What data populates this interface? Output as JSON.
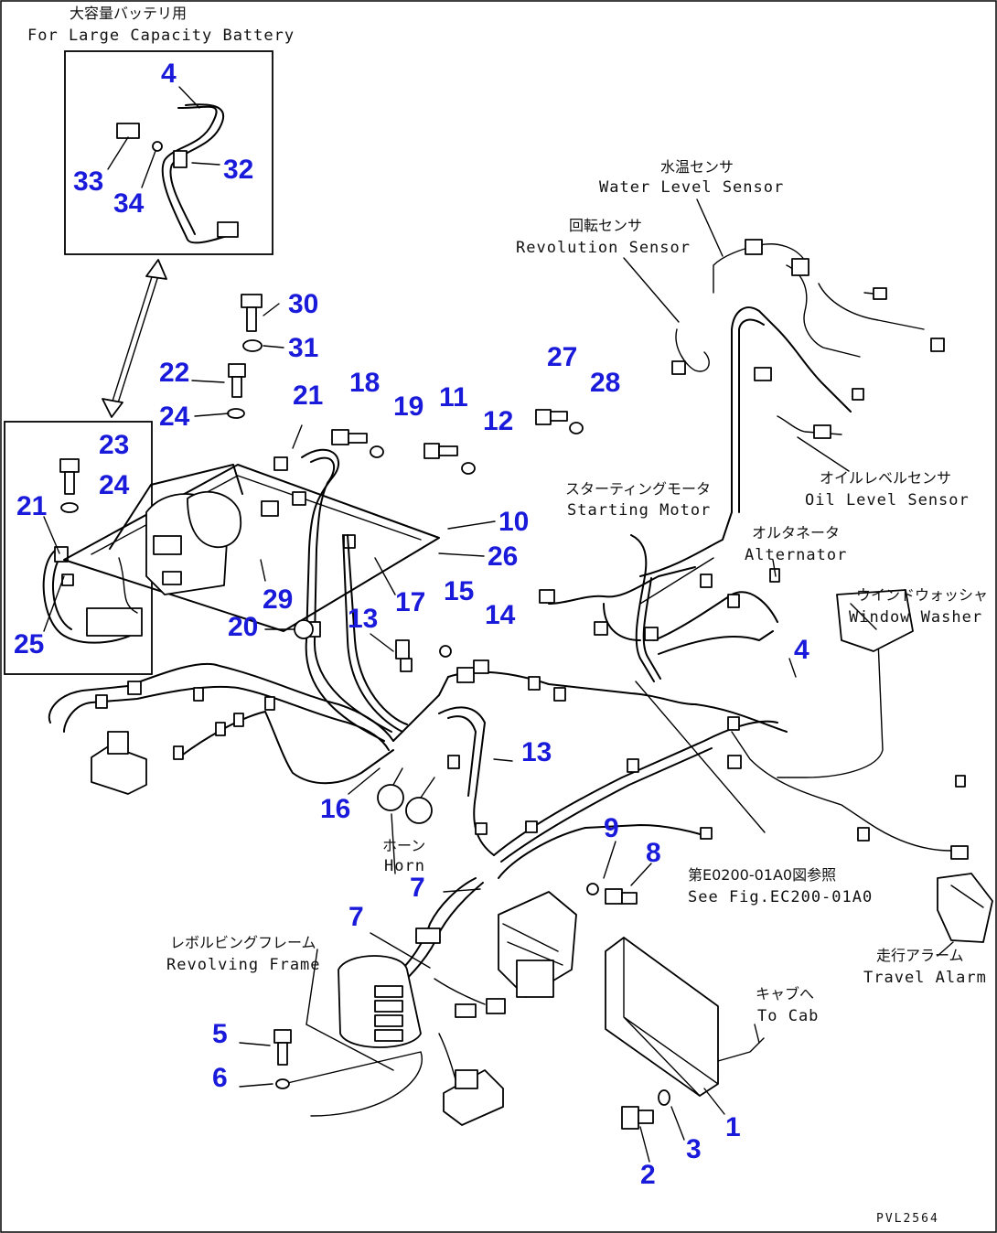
{
  "parts": [
    {
      "num": "1"
    },
    {
      "num": "2"
    },
    {
      "num": "3"
    },
    {
      "num": "4"
    },
    {
      "num": "4"
    },
    {
      "num": "5"
    },
    {
      "num": "6"
    },
    {
      "num": "7"
    },
    {
      "num": "7"
    },
    {
      "num": "8"
    },
    {
      "num": "9"
    },
    {
      "num": "10"
    },
    {
      "num": "11"
    },
    {
      "num": "12"
    },
    {
      "num": "13"
    },
    {
      "num": "13"
    },
    {
      "num": "14"
    },
    {
      "num": "15"
    },
    {
      "num": "16"
    },
    {
      "num": "17"
    },
    {
      "num": "18"
    },
    {
      "num": "19"
    },
    {
      "num": "20"
    },
    {
      "num": "21"
    },
    {
      "num": "21"
    },
    {
      "num": "22"
    },
    {
      "num": "23"
    },
    {
      "num": "24"
    },
    {
      "num": "24"
    },
    {
      "num": "25"
    },
    {
      "num": "26"
    },
    {
      "num": "27"
    },
    {
      "num": "28"
    },
    {
      "num": "29"
    },
    {
      "num": "30"
    },
    {
      "num": "31"
    },
    {
      "num": "32"
    },
    {
      "num": "33"
    },
    {
      "num": "34"
    }
  ],
  "labels": {
    "large_battery_jp": "大容量バッテリ用",
    "large_battery_en": "For Large Capacity Battery",
    "water_level_jp": "水温センサ",
    "water_level_en": "Water Level Sensor",
    "revolution_jp": "回転センサ",
    "revolution_en": "Revolution Sensor",
    "starting_motor_jp": "スターティングモータ",
    "starting_motor_en": "Starting Motor",
    "oil_level_jp": "オイルレベルセンサ",
    "oil_level_en": "Oil Level Sensor",
    "alternator_jp": "オルタネータ",
    "alternator_en": "Alternator",
    "window_washer_jp": "ウインドウォッシャ",
    "window_washer_en": "Window Washer",
    "horn_jp": "ホーン",
    "horn_en": "Horn",
    "see_fig_jp": "第E0200-01A0図参照",
    "see_fig_en": "See Fig.EC200-01A0",
    "revolving_frame_jp": "レボルビングフレーム",
    "revolving_frame_en": "Revolving Frame",
    "to_cab_jp": "キャブへ",
    "to_cab_en": "To Cab",
    "travel_alarm_jp": "走行アラーム",
    "travel_alarm_en": "Travel Alarm"
  },
  "drawing_code": "PVL2564"
}
